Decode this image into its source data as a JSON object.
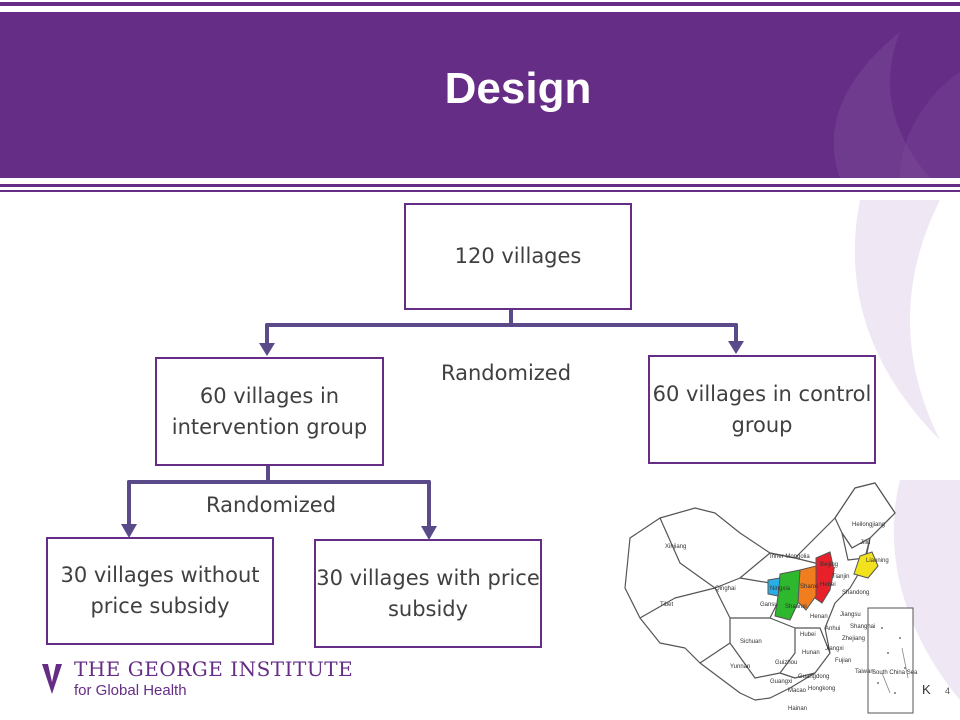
{
  "slide": {
    "title": "Design",
    "page_number": "4"
  },
  "diagram": {
    "root": "120 villages",
    "randomized_label_top": "Randomized",
    "intervention": "60 villages in intervention group",
    "control": "60 villages in control group",
    "randomized_label_bottom": "Randomized",
    "no_subsidy": "30 villages without price subsidy",
    "with_subsidy": "30 villages with price subsidy"
  },
  "logo": {
    "line1": "THE GEORGE INSTITUTE",
    "line2": "for Global Health"
  },
  "map": {
    "labels": [
      "Heilongjiang",
      "Jilin",
      "Liaoning",
      "Xinjiang",
      "Inner Mongolia",
      "Beijing",
      "Tianjin",
      "Hebei",
      "Shandong",
      "Shanxi",
      "Ningxia",
      "Gansu",
      "Shaanxi",
      "Qinghai",
      "Tibet",
      "Henan",
      "Jiangsu",
      "Shanghai",
      "Anhui",
      "Sichuan",
      "Hubei",
      "Zhejiang",
      "Hunan",
      "Jiangxi",
      "Guizhou",
      "Fujian",
      "Yunnan",
      "Taiwan",
      "Guangxi",
      "Guangdong",
      "Macao",
      "Hongkong",
      "Hainan",
      "South China Sea"
    ],
    "highlight_colors": {
      "hebei": "#e8202a",
      "liaoning": "#f2e21e",
      "shanxi": "#f07d1e",
      "shaanxi": "#2eb82e",
      "ningxia": "#29aee8"
    }
  },
  "colors": {
    "brand_purple": "#652d86",
    "box_border": "#652d86",
    "arrow": "#5b4a8a",
    "text": "#404040"
  }
}
